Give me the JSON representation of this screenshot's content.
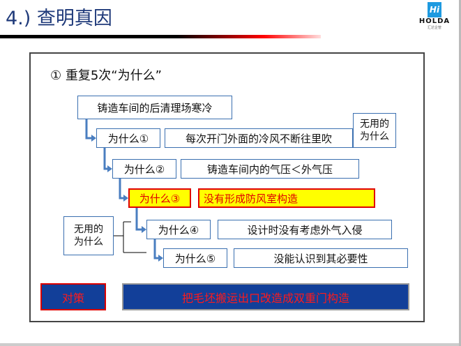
{
  "header": {
    "title": "4.) 查明真因",
    "logo": {
      "mark": "Hi",
      "name": "HOLDA",
      "sub": "汇达企管"
    }
  },
  "heading": "① 重复5次“为什么”",
  "problem": "铸造车间的后清理场寒冷",
  "whys": [
    {
      "label": "为什么①",
      "answer": "每次开门外面的冷风不断往里吹"
    },
    {
      "label": "为什么②",
      "answer": "铸造车间内的气压＜外气压"
    },
    {
      "label": "为什么③",
      "answer": "没有形成防风室构造"
    },
    {
      "label": "为什么④",
      "answer": "设计时没有考虑外气入侵"
    },
    {
      "label": "为什么⑤",
      "answer": "没能认识到其必要性"
    }
  ],
  "useless_right": "无用的为什么",
  "useless_left": "无用的为什么",
  "countermeasure": {
    "label": "对策",
    "text": "把毛坯搬运出口改造成双重门构造"
  },
  "colors": {
    "title": "#1f3a7a",
    "highlight": "#ffff00",
    "accent_red": "#e00000",
    "action_bg": "#123f99"
  }
}
